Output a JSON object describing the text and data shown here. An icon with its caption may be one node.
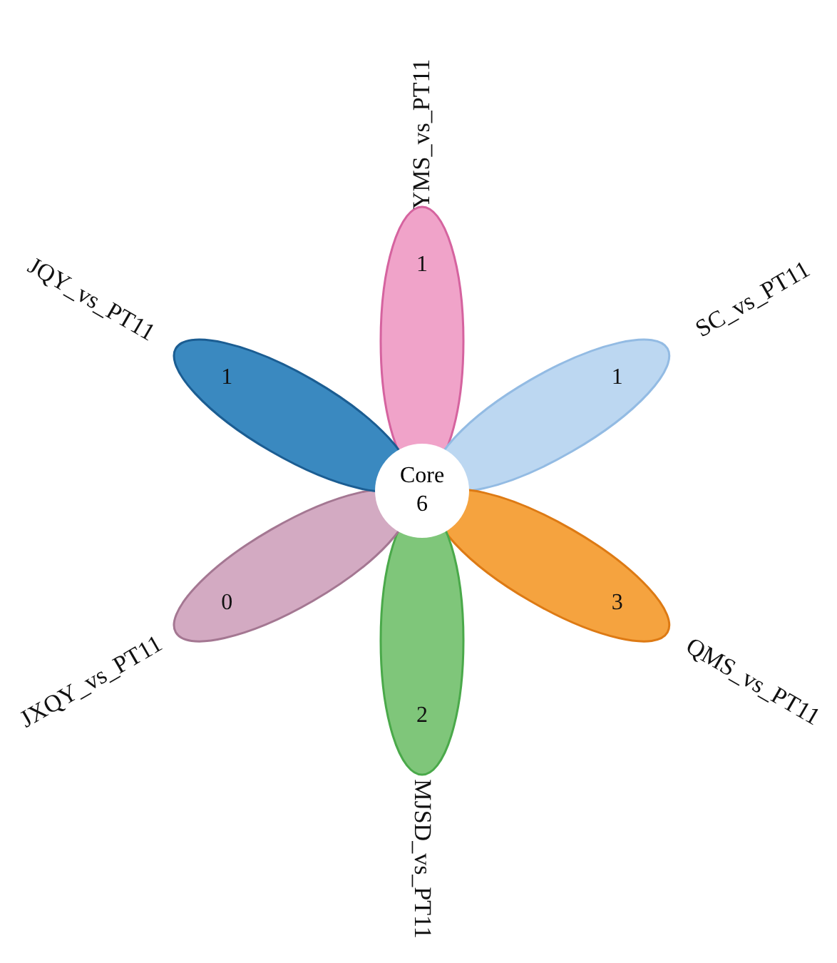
{
  "diagram": {
    "nodes": [
      {
        "text": [
          "YMS_vs_PT11",
          "1"
        ]
      },
      {
        "text": [
          "SC_vs_PT11",
          "1"
        ]
      },
      {
        "text": [
          "QMS_vs_PT11",
          "3"
        ]
      },
      {
        "text": [
          "MJSD_vs_PT11",
          "2"
        ]
      },
      {
        "text": [
          "JXQY_vs_PT11",
          "0"
        ]
      },
      {
        "text": [
          "JQY_vs_PT11",
          "1"
        ]
      },
      {
        "text": [
          "Core",
          "6"
        ]
      }
    ]
  }
}
